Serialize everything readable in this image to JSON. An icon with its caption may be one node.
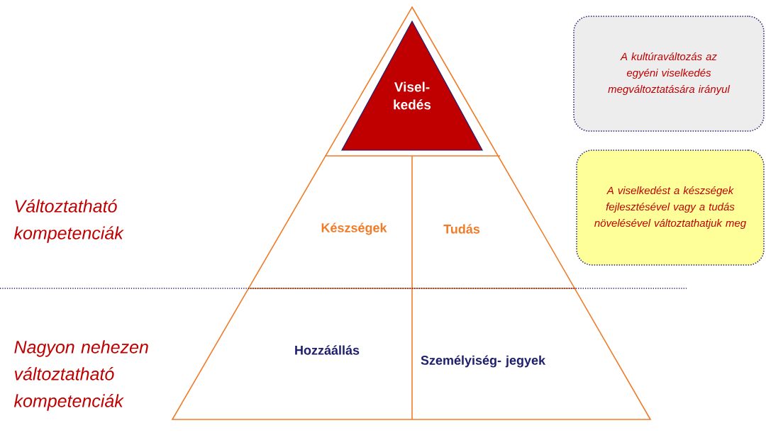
{
  "diagram": {
    "nodes": [
      {
        "text": [
          "Visel- kedés"
        ]
      },
      {
        "text": [
          "Készségek"
        ]
      },
      {
        "text": [
          "Tudás"
        ]
      },
      {
        "text": [
          "Hozzáállás"
        ]
      },
      {
        "text": [
          "Személyiség- jegyek"
        ]
      },
      {
        "text": [
          "A kultúraváltozás az egyéni viselkedés megváltoztatására irányul"
        ]
      },
      {
        "text": [
          "A viselkedést a készségek fejlesztésével vagy a tudás növelésével változtathatjuk meg"
        ]
      }
    ],
    "labels": [
      "Változtatható kompetenciák",
      "Nagyon nehezen változtatható kompetenciák"
    ]
  }
}
